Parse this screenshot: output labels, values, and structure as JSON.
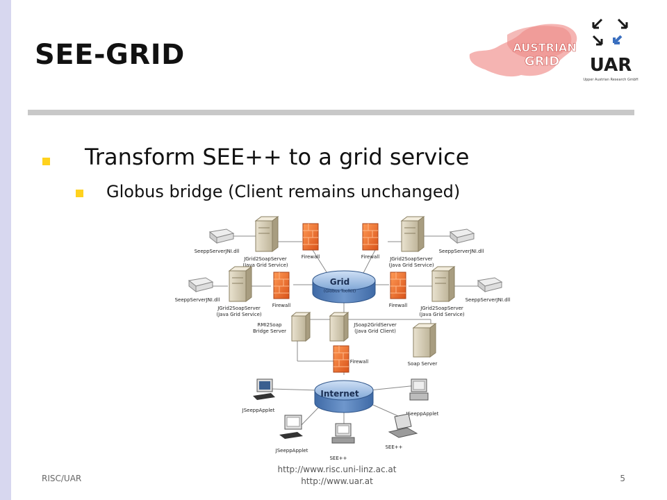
{
  "slide": {
    "title": "SEE-GRID",
    "bullet1": "Transform SEE++ to a grid service",
    "bullet2": "Globus bridge (Client remains unchanged)"
  },
  "footer": {
    "left": "RISC/UAR",
    "url1": "http://www.risc.uni-linz.ac.at",
    "url2": "http://www.uar.at",
    "page": "5"
  },
  "logos": {
    "austrian_grid_line1": "AUSTRIAN",
    "austrian_grid_line2": "GRID",
    "uar_text": "UAR",
    "uar_subtitle": "Upper Austrian Research GmbH"
  },
  "diagram": {
    "grid_label": "Grid",
    "grid_sub": "(Globus Toolkit)",
    "internet_label": "Internet",
    "dll_tl": "SeeppServerJNI.dll",
    "dll_tr": "SeeppServerJNI.dll",
    "dll_ml": "SeeppServerJNI.dll",
    "dll_mr": "SeeppServerJNI.dll",
    "server_tl_1": "JGrid2SoapServer",
    "server_tl_2": "(Java Grid Service)",
    "server_tr_1": "JGrid2SoapServer",
    "server_tr_2": "(Java Grid Service)",
    "server_ml_1": "JGrid2SoapServer",
    "server_ml_2": "(Java Grid Service)",
    "server_mr_1": "JGrid2SoapServer",
    "server_mr_2": "(Java Grid Service)",
    "fw_tl": "Firewall",
    "fw_tr": "Firewall",
    "fw_ml": "Firewall",
    "fw_mr": "Firewall",
    "fw_bottom": "Firewall",
    "rmi_1": "RMI2Soap",
    "rmi_2": "Bridge Server",
    "jsoap_1": "JSoap2GridServer",
    "jsoap_2": "(Java Grid Client)",
    "soap_server": "Soap Server",
    "client_ul": "JSeeppApplet",
    "client_ur": "JSeeppApplet",
    "client_bl": "JSeeppApplet",
    "client_b": "SEE++",
    "client_br": "SEE++"
  }
}
